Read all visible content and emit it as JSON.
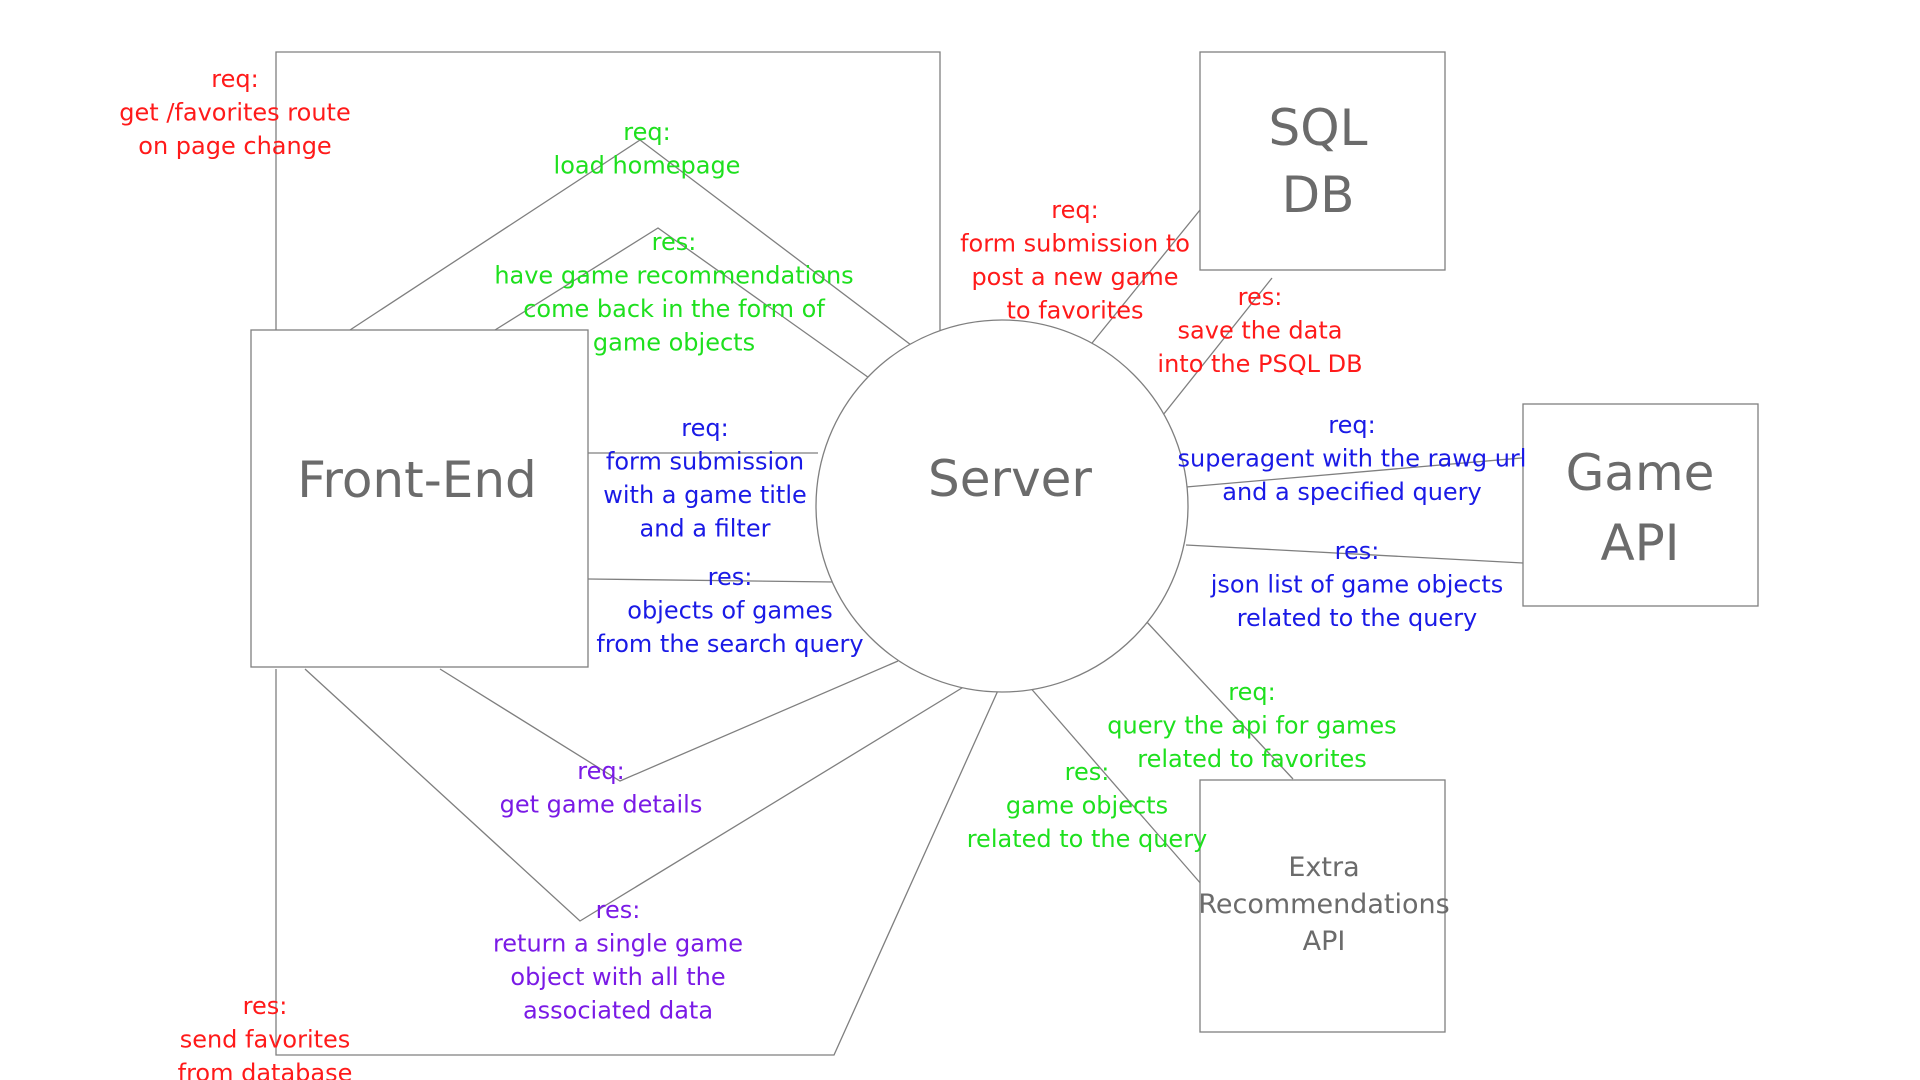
{
  "colors": {
    "red": "#ff1a1a",
    "green": "#1ee01e",
    "blue": "#1a1ae6",
    "purple": "#7a1ae6",
    "stroke": "#7f7f7f",
    "node_text": "#6b6b6b"
  },
  "nodes": {
    "frontend": {
      "lines": [
        "Front-End"
      ]
    },
    "server": {
      "lines": [
        "Server"
      ]
    },
    "sql_db": {
      "lines": [
        "SQL",
        "DB"
      ]
    },
    "game_api": {
      "lines": [
        "Game",
        "API"
      ]
    },
    "extra_api": {
      "lines": [
        "Extra",
        "Recommendations",
        "API"
      ]
    }
  },
  "annotations": {
    "get_favorites_req": {
      "color": "red",
      "lines": [
        "req:",
        "get /favorites route",
        "on page change"
      ]
    },
    "load_homepage_req": {
      "color": "green",
      "lines": [
        "req:",
        "load homepage"
      ]
    },
    "recommendations_res": {
      "color": "green",
      "lines": [
        "res:",
        "have game recommendations",
        "come back in the form of",
        "game objects"
      ]
    },
    "form_submission_favorites_req": {
      "color": "red",
      "lines": [
        "req:",
        "form submission to",
        "post a new game",
        "to favorites"
      ]
    },
    "save_data_res": {
      "color": "red",
      "lines": [
        "res:",
        "save the data",
        "into the PSQL DB"
      ]
    },
    "search_form_req": {
      "color": "blue",
      "lines": [
        "req:",
        "form submission",
        "with a game title",
        "and a filter"
      ]
    },
    "search_results_res": {
      "color": "blue",
      "lines": [
        "res:",
        "objects of games",
        "from the search query"
      ]
    },
    "superagent_req": {
      "color": "blue",
      "lines": [
        "req:",
        "superagent with the rawg url",
        "and a specified query"
      ]
    },
    "json_list_res": {
      "color": "blue",
      "lines": [
        "res:",
        "json list of game objects",
        "related to the query"
      ]
    },
    "query_favorites_req": {
      "color": "green",
      "lines": [
        "req:",
        "query the api for games",
        "related to favorites"
      ]
    },
    "extra_objects_res": {
      "color": "green",
      "lines": [
        "res:",
        "game objects",
        "related to the query"
      ]
    },
    "game_details_req": {
      "color": "purple",
      "lines": [
        "req:",
        "get game details"
      ]
    },
    "single_game_res": {
      "color": "purple",
      "lines": [
        "res:",
        "return a single game",
        "object with all the",
        "associated data"
      ]
    },
    "send_favorites_res": {
      "color": "red",
      "lines": [
        "res:",
        "send favorites",
        "from database"
      ]
    }
  }
}
